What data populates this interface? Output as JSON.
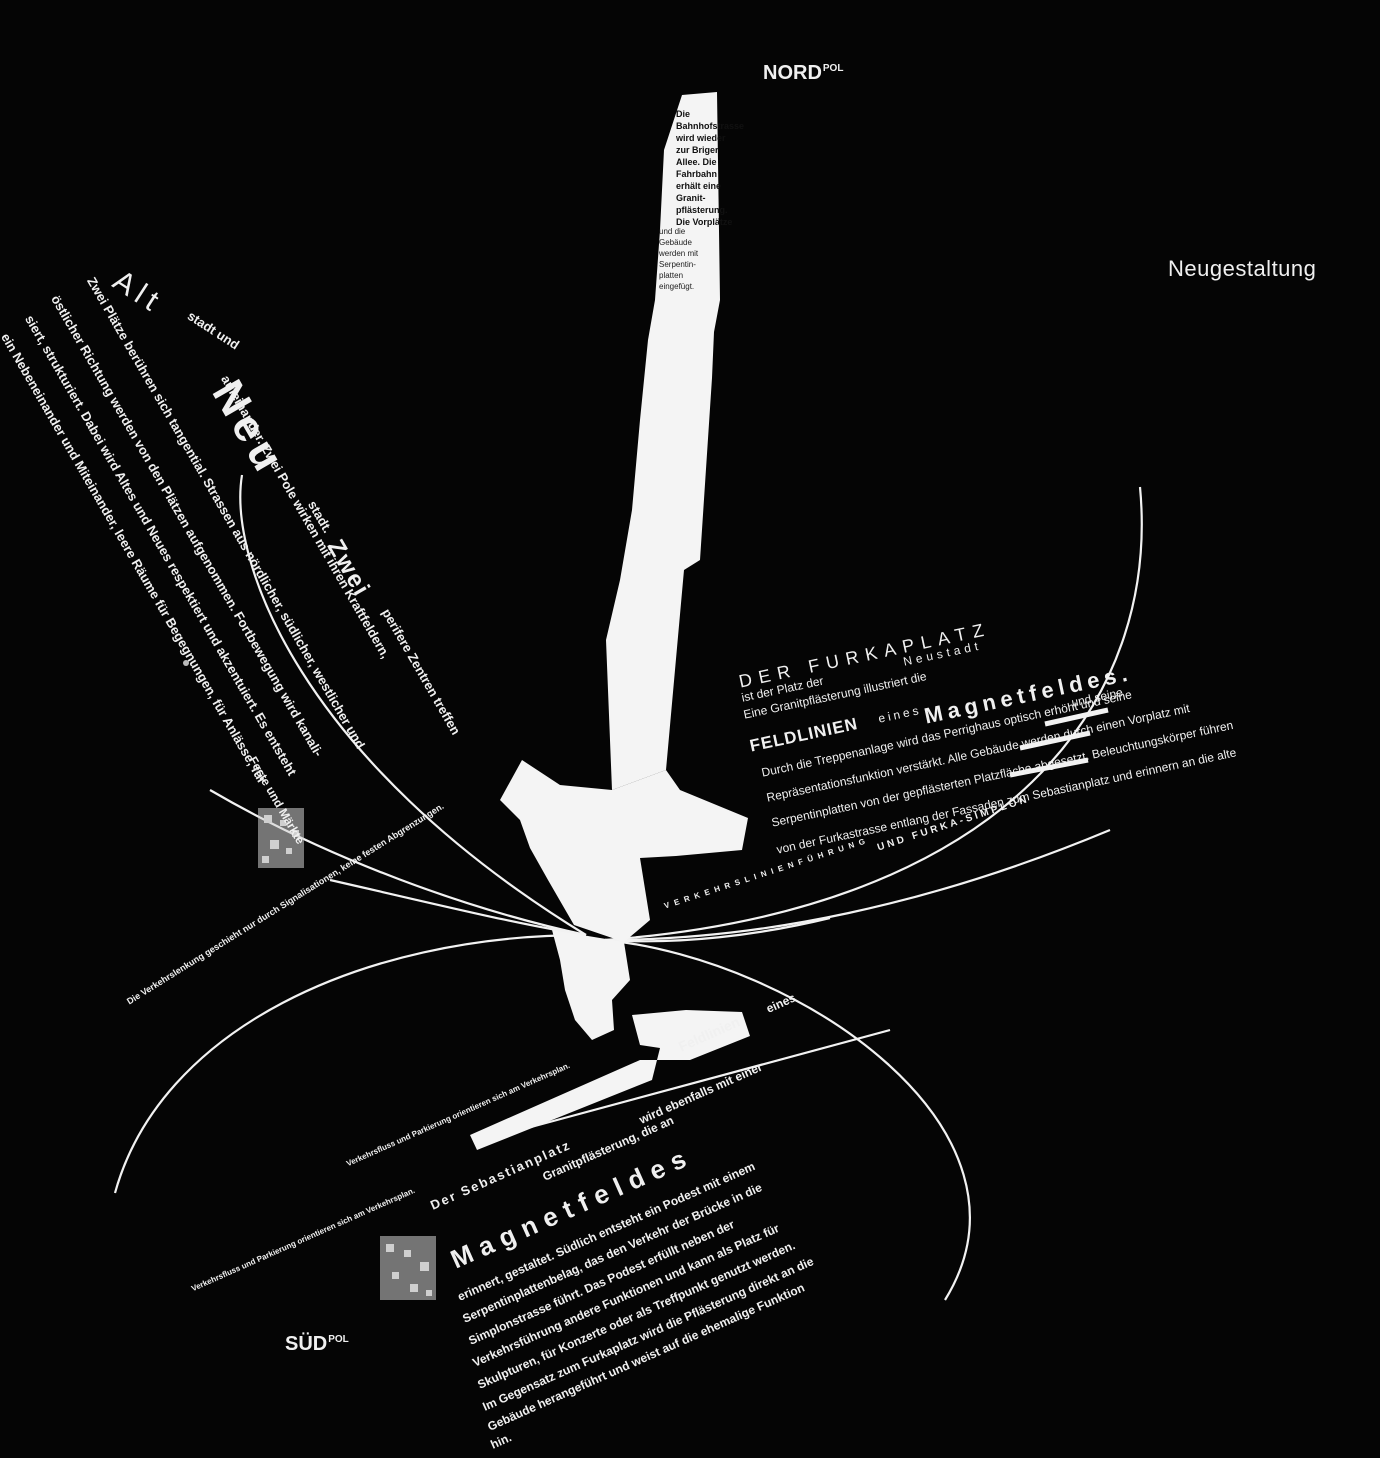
{
  "poles": {
    "north": "NORD",
    "north_sup": "POL",
    "south": "SÜD",
    "south_sup": "POL"
  },
  "title": "Neugestaltung",
  "left_block": {
    "alt": "Alt",
    "stadt1": "stadt und",
    "neu": "Neu",
    "stadt2": "stadt.",
    "zwei": "Zwei",
    "perif": "perifere Zentren treffen",
    "lines": [
      "aufeinander. Zwei Pole wirken mit ihren Kraftfeldern,",
      "Zwei Plätze berühren sich tangential. Strassen aus nördlicher, südlicher, westlicher und",
      "östlicher Richtung werden von den Plätzen aufgenommen. Fortbewegung wird kanali-",
      "siert, strukturiert. Dabei wird Altes und Neues respektiert und akzentuiert. Es entsteht",
      "ein Nebeneinander und Miteinander, leere Räume für Begegnungen, für Anlässe, für"
    ],
    "feste": "Feste und Märkte",
    "verkehr_note": "Die Verkehrslenkung geschieht nur durch Signalisationen, keine festen Abgrenzungen."
  },
  "rail": {
    "text": "Die Bahnhofstrasse wird wieder zur Briger Allee. Die Fahrbahn erhält eine Granit-pflästerung. Die Vorplätze",
    "text2": "und die Gebäude werden mit Serpentin-platten eingefügt."
  },
  "furka": {
    "title": "DER FURKAPLATZ",
    "neustadt": "Neustadt",
    "line1": "ist der Platz der",
    "line2": "Eine Granitpflästerung illustriert die",
    "feldlinien": "FELDLINIEN",
    "eines": "eines",
    "magnet": "Magnetfeldes.",
    "body": [
      "und seine",
      "Durch die Treppenanlage wird das Perrighaus optisch erhöht und seine",
      "Repräsentationsfunktion verstärkt. Alle Gebäude werden durch einen Vorplatz mit",
      "Serpentinplatten von der gepflästerten Platzfläche abgesetzt. Beleuchtungskörper führen",
      "von der Furkastrasse entlang der Fassaden zum Sebastianplatz und erinnern an die alte"
    ],
    "verkehrslinien": "VERKEHRSLINIENFÜHRUNG",
    "fuehrung": "UND FURKA-SIMPLON"
  },
  "sebastian": {
    "title": "Der Sebastianplatz",
    "ebenfalls": "wird ebenfalls mit einer",
    "verkehr_note": "Verkehrsfluss und Parkierung orientieren sich am Verkehrsplan.",
    "line1": "Granitpflästerung, die an",
    "feldlinien": "Feldlinien",
    "eines": "eines",
    "magnet": "Magnetfeldes",
    "body": [
      "erinnert, gestaltet. Südlich entsteht ein Podest mit einem",
      "Serpentinplattenbelag, das den Verkehr der Brücke in die",
      "Simplonstrasse führt. Das Podest erfüllt neben der",
      "Verkehrsführung andere Funktionen und kann als Platz für",
      "Skulpturen, für Konzerte oder als Treffpunkt genutzt werden.",
      "Im Gegensatz zum Furkaplatz wird die Pflästerung direkt an die",
      "Gebäude herangeführt und weist auf die ehemalige Funktion",
      "hin."
    ],
    "verkehr_note2": "Verkehrsfluss und Parkierung orientieren sich am Verkehrsplan."
  },
  "colors": {
    "background": "#050505",
    "ink": "#f2f2f2"
  }
}
